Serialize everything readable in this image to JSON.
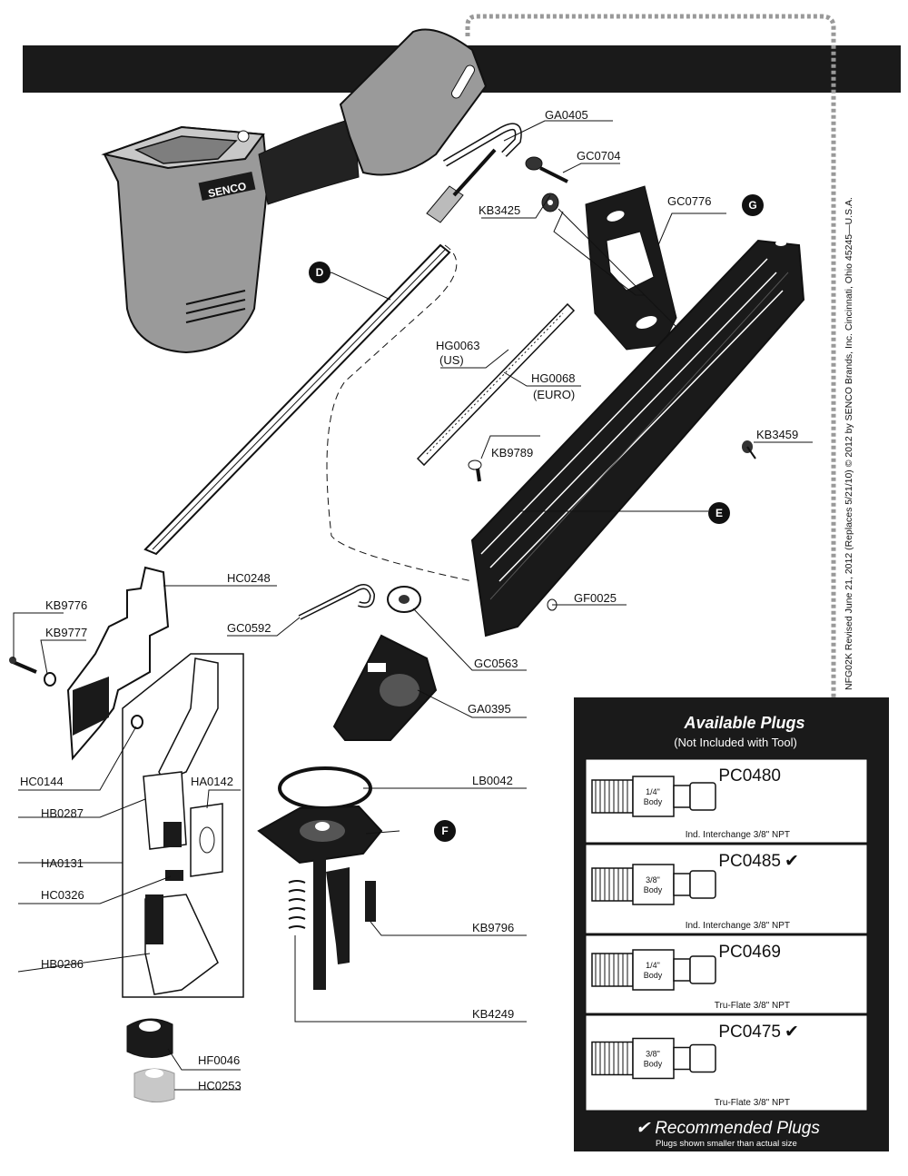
{
  "brand_logo": "SENCO",
  "callouts": {
    "D": "D",
    "E": "E",
    "F": "F",
    "G": "G"
  },
  "parts": {
    "GA0405": "GA0405",
    "GC0704": "GC0704",
    "GC0776": "GC0776",
    "KB3425": "KB3425",
    "HG0063": "HG0063",
    "HG0063_note": "(US)",
    "HG0068": "HG0068",
    "HG0068_note": "(EURO)",
    "KB3459": "KB3459",
    "KB9789": "KB9789",
    "GF0025": "GF0025",
    "HC0248": "HC0248",
    "KB9776": "KB9776",
    "KB9777": "KB9777",
    "GC0592": "GC0592",
    "GC0563": "GC0563",
    "GA0395": "GA0395",
    "HC0144": "HC0144",
    "HA0142": "HA0142",
    "HB0287": "HB0287",
    "LB0042": "LB0042",
    "HA0131": "HA0131",
    "HC0326": "HC0326",
    "KB9796": "KB9796",
    "HB0286": "HB0286",
    "KB4249": "KB4249",
    "HF0046": "HF0046",
    "HC0253": "HC0253"
  },
  "plugs_panel": {
    "title": "Available Plugs",
    "subtitle": "(Not Included with Tool)",
    "plugs": [
      {
        "code": "PC0480",
        "recommended": false,
        "body": [
          "1/4\"",
          "Body"
        ],
        "type": "Ind. Interchange 3/8\" NPT"
      },
      {
        "code": "PC0485",
        "recommended": true,
        "body": [
          "3/8\"",
          "Body"
        ],
        "type": "Ind. Interchange 3/8\" NPT"
      },
      {
        "code": "PC0469",
        "recommended": false,
        "body": [
          "1/4\"",
          "Body"
        ],
        "type": "Tru-Flate 3/8\" NPT"
      },
      {
        "code": "PC0475",
        "recommended": true,
        "body": [
          "3/8\"",
          "Body"
        ],
        "type": "Tru-Flate 3/8\" NPT"
      }
    ],
    "check_mark": "✔",
    "recommended_title": "✔ Recommended Plugs",
    "footnote": "Plugs shown smaller than actual size"
  },
  "revision_note": "NFG02K Revised June 21, 2012 (Replaces 5/21/10) © 2012 by SENCO Brands, Inc.  Cincinnati, Ohio 45245—U.S.A."
}
